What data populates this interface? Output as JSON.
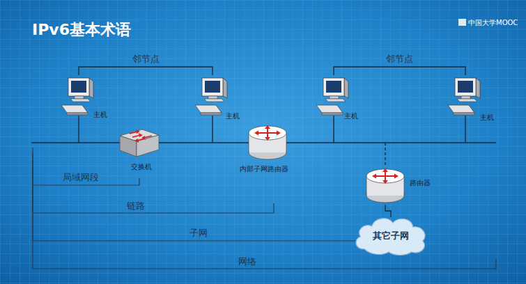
{
  "diagram": {
    "title": "IPv6基本术语",
    "nodes": [
      {
        "text": [
          "主机"
        ]
      },
      {
        "text": [
          "交换机"
        ]
      },
      {
        "text": [
          "主机"
        ]
      },
      {
        "text": [
          "内部子网路由器"
        ]
      },
      {
        "text": [
          "主机"
        ]
      },
      {
        "text": [
          "路由器"
        ]
      },
      {
        "text": [
          "其它子网"
        ]
      },
      {
        "text": [
          "主机"
        ]
      }
    ],
    "edges": [
      {
        "from": 0,
        "to": 2,
        "label": "邻节点",
        "arrow": "none"
      },
      {
        "from": 4,
        "to": 7,
        "label": "邻节点",
        "arrow": "none"
      },
      {
        "from": 5,
        "to": 6,
        "arrow": "none"
      }
    ],
    "labels": [
      "局域网段",
      "链路",
      "子网",
      "网络",
      "中国大学MOOC"
    ]
  }
}
